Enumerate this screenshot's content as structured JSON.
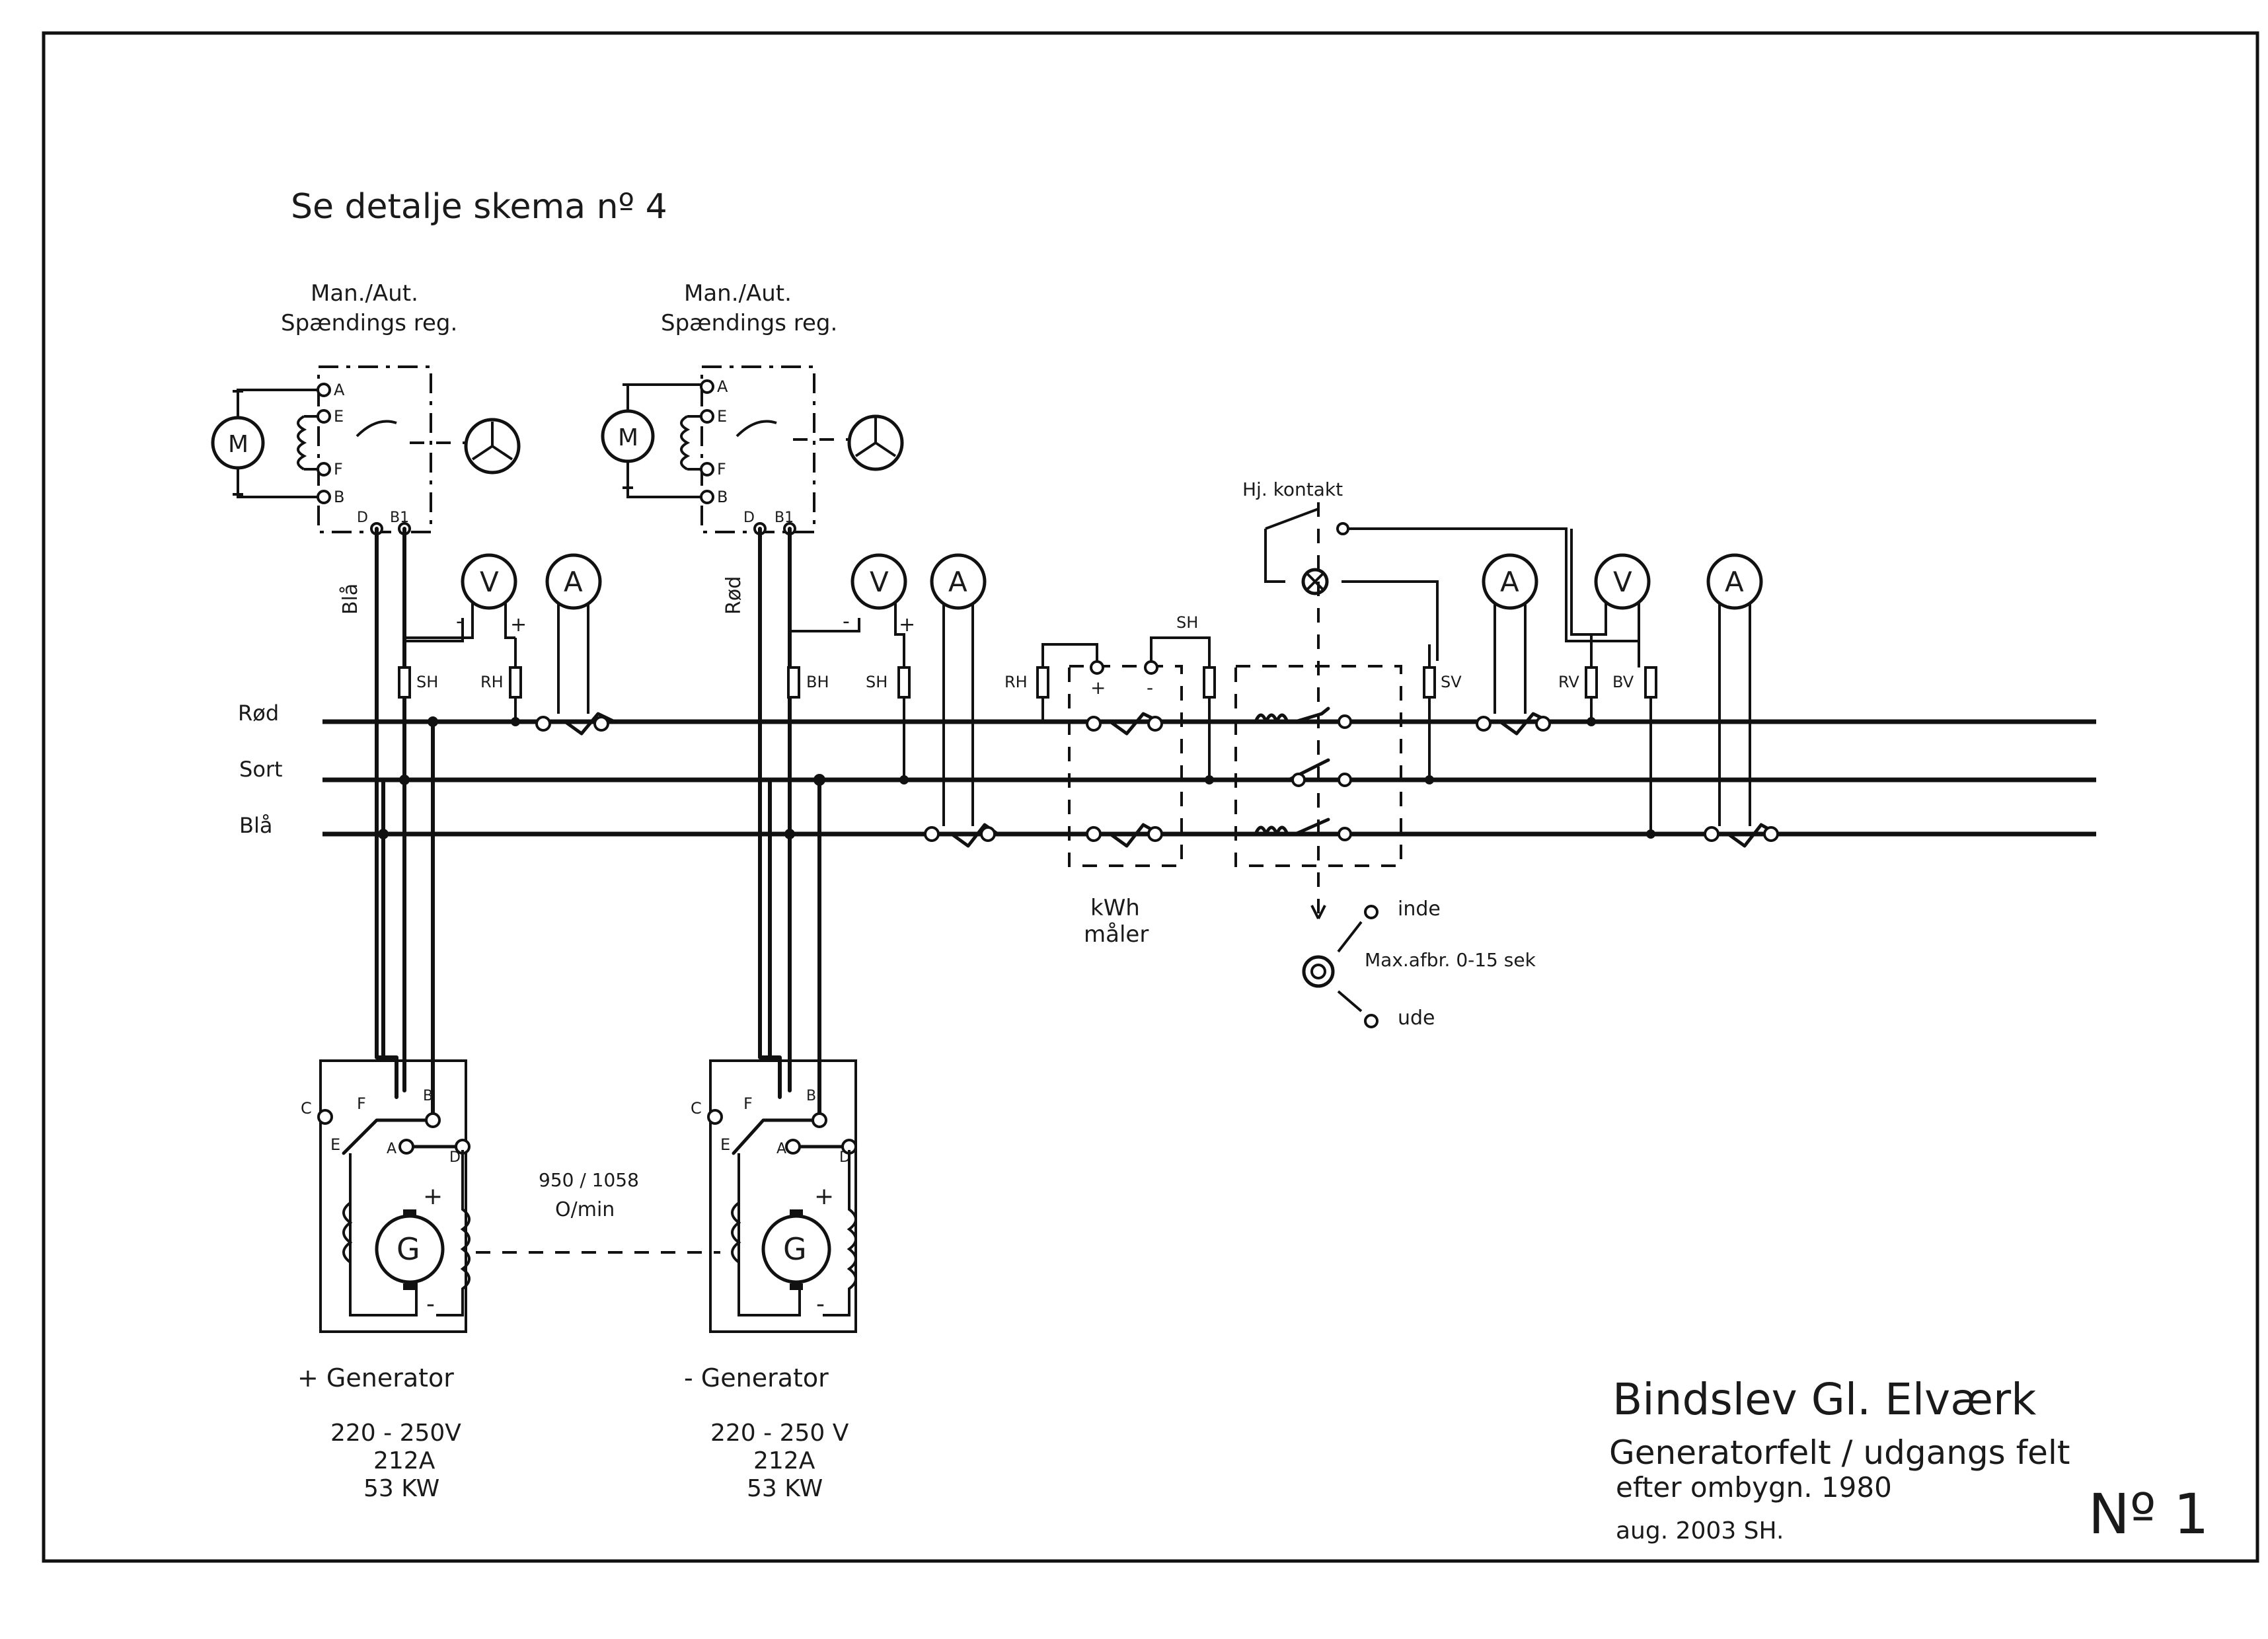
{
  "reference_note": "Se detalje skema nº 4",
  "regulators": [
    {
      "title_line1": "Man./Aut.",
      "title_line2": "Spændings reg.",
      "terminals": [
        "A",
        "E",
        "F",
        "B",
        "D",
        "B1"
      ],
      "motor_symbol": "M",
      "motor_wire_label": "Blå"
    },
    {
      "title_line1": "Man./Aut.",
      "title_line2": "Spændings reg.",
      "terminals": [
        "A",
        "E",
        "F",
        "B",
        "D",
        "B1"
      ],
      "motor_symbol": "M",
      "motor_wire_label": "Rød"
    }
  ],
  "bus_labels": {
    "rod": "Rød",
    "sort": "Sort",
    "blaa": "Blå"
  },
  "meters": {
    "volt": "V",
    "amp": "A"
  },
  "polarity": {
    "minus": "-",
    "plus": "+"
  },
  "shunt_labels": {
    "sh": "SH",
    "rh": "RH",
    "bh": "BH",
    "sv": "SV",
    "rv": "RV",
    "bv": "BV"
  },
  "kwh_meter": {
    "line1": "kWh",
    "line2": "måler",
    "shunt": "SH"
  },
  "relay": {
    "label": "Hj. kontakt"
  },
  "timer": {
    "in": "inde",
    "out": "ude",
    "note": "Max.afbr. 0-15 sek"
  },
  "generators": [
    {
      "name": "+ Generator",
      "voltage": "220 - 250V",
      "current": "212A",
      "power": "53 KW",
      "symbol": "G",
      "terminals": [
        "C",
        "F",
        "B",
        "E",
        "A",
        "D"
      ]
    },
    {
      "name": "- Generator",
      "voltage": "220 - 250 V",
      "current": "212A",
      "power": "53 KW",
      "symbol": "G",
      "terminals": [
        "C",
        "F",
        "B",
        "E",
        "A",
        "D"
      ]
    }
  ],
  "speed": {
    "line1": "950 / 1058",
    "line2": "O/min"
  },
  "title_block": {
    "line1": "Bindslev Gl. Elværk",
    "line2": "Generatorfelt / udgangs felt",
    "line3": "efter ombygn. 1980",
    "line4": "aug. 2003 SH.",
    "sheet_no": "Nº 1"
  }
}
